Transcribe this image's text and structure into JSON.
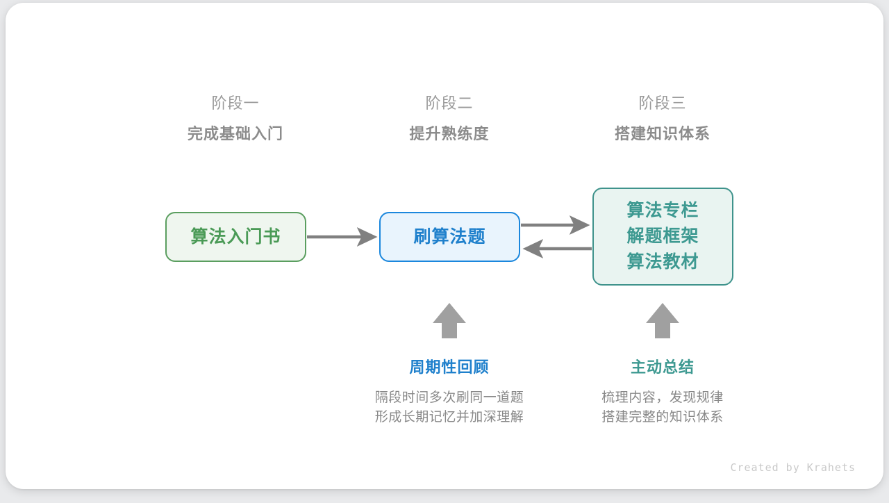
{
  "canvas": {
    "background": "#e9eaec",
    "card_background": "#ffffff"
  },
  "stages": [
    {
      "subtitle": "阶段一",
      "title": "完成基础入门"
    },
    {
      "subtitle": "阶段二",
      "title": "提升熟练度"
    },
    {
      "subtitle": "阶段三",
      "title": "搭建知识体系"
    }
  ],
  "nodes": [
    {
      "id": "book",
      "lines": [
        "算法入门书"
      ],
      "border_color": "#5a9e5f",
      "fill_color": "#eff6ef",
      "text_color": "#4a9a56"
    },
    {
      "id": "practice",
      "lines": [
        "刷算法题"
      ],
      "border_color": "#1b87dd",
      "fill_color": "#e9f4fd",
      "text_color": "#1f80cc"
    },
    {
      "id": "knowledge",
      "lines": [
        "算法专栏",
        "解题框架",
        "算法教材"
      ],
      "border_color": "#3f938c",
      "fill_color": "#e9f4f1",
      "text_color": "#3d9991"
    }
  ],
  "connectors": {
    "color": "#808080",
    "items": [
      {
        "name": "book-to-practice",
        "direction": "right"
      },
      {
        "name": "practice-to-knowledge",
        "direction": "right"
      },
      {
        "name": "knowledge-to-practice",
        "direction": "left"
      },
      {
        "name": "review-up",
        "direction": "up"
      },
      {
        "name": "summary-up",
        "direction": "up"
      }
    ]
  },
  "notes": [
    {
      "title": "周期性回顾",
      "title_color": "#1f80cc",
      "desc_line1": "隔段时间多次刷同一道题",
      "desc_line2": "形成长期记忆并加深理解"
    },
    {
      "title": "主动总结",
      "title_color": "#3d9991",
      "desc_line1": "梳理内容，发现规律",
      "desc_line2": "搭建完整的知识体系"
    }
  ],
  "credit": "Created by Krahets"
}
